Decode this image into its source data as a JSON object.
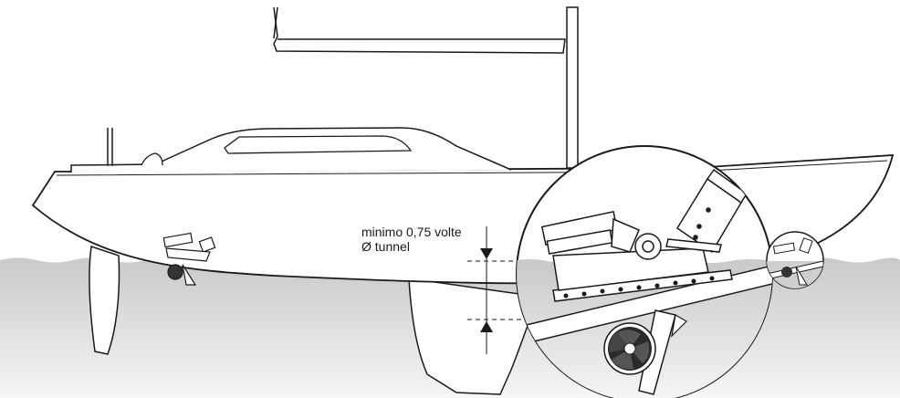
{
  "annotation": {
    "line1": "minimo 0,75 volte",
    "line2": "Ø tunnel"
  },
  "colors": {
    "water_top": "#c9c9c9",
    "water_bottom": "#f4f4f4",
    "stroke": "#1a1a1a",
    "hull_fill": "#ffffff",
    "inset_water": "#cfcfcf",
    "propeller": "#2a2a2a"
  },
  "icons": [
    "sailboat-illustration",
    "bow-thruster-unit-icon",
    "stern-thruster-unit-icon",
    "propeller-icon",
    "dimension-arrow-icon"
  ]
}
